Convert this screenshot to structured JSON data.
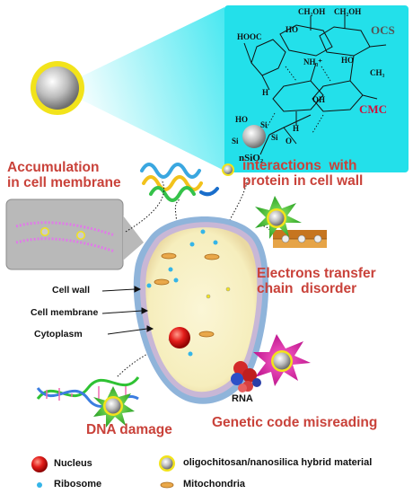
{
  "chemistry": {
    "top_ch2oh_1": "CH₂OH",
    "top_ch2oh_2": "CH₂OH",
    "hooc": "HOOC",
    "nh3": "NH₃⁺",
    "ho_ring": "HO",
    "ho2": "HO",
    "acetyl": "CH₃",
    "ocs": "OCS",
    "cmc": "CMC",
    "nsio2": "nSiO₂",
    "si_1": "Si",
    "si_2": "Si",
    "si_3": "Si",
    "h1": "H",
    "h2": "H",
    "o1": "O",
    "oh": "OH",
    "ho3": "HO"
  },
  "labels": {
    "accumulation": "Accumulation\nin cell membrane",
    "interactions": "interactions  with\nprotein in cell wall",
    "electrons": "Electrons transfer\nchain  disorder",
    "cell_wall": "Cell wall",
    "cell_membrane": "Cell membrane",
    "cytoplasm": "Cytoplasm",
    "dna_damage": "DNA damage",
    "rna": "RNA",
    "genetic": "Genetic code misreading"
  },
  "legend": {
    "nucleus": "Nucleus",
    "ribosome": "Ribosome",
    "hybrid": "oligochitosan/nanosilica hybrid material",
    "mitochondria": "Mitochondria"
  },
  "colors": {
    "cyan_panel": "#23e0ea",
    "red_label": "#c9423a",
    "cytoplasm": "#f8f1c7",
    "membrane_blue": "#8fb4da",
    "nanoparticle_ring": "#f2e31b"
  }
}
